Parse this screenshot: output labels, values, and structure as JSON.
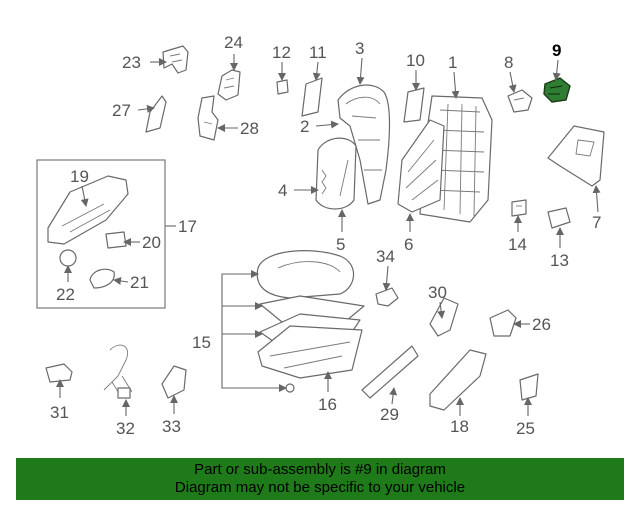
{
  "callouts": {
    "n1": "1",
    "n2": "2",
    "n3": "3",
    "n4": "4",
    "n5": "5",
    "n6": "6",
    "n7": "7",
    "n8": "8",
    "n9": "9",
    "n10": "10",
    "n11": "11",
    "n12": "12",
    "n13": "13",
    "n14": "14",
    "n15": "15",
    "n16": "16",
    "n17": "17",
    "n18": "18",
    "n19": "19",
    "n20": "20",
    "n21": "21",
    "n22": "22",
    "n23": "23",
    "n24": "24",
    "n25": "25",
    "n26": "26",
    "n27": "27",
    "n28": "28",
    "n29": "29",
    "n30": "30",
    "n31": "31",
    "n32": "32",
    "n33": "33",
    "n34": "34"
  },
  "highlighted_part": "9",
  "banner": {
    "line1": "Part or sub-assembly is #9 in diagram",
    "line2": "Diagram may not be specific to your vehicle"
  },
  "colors": {
    "banner_bg": "#1f7a1a",
    "highlight_part": "#2e7d32",
    "line": "#666666"
  }
}
